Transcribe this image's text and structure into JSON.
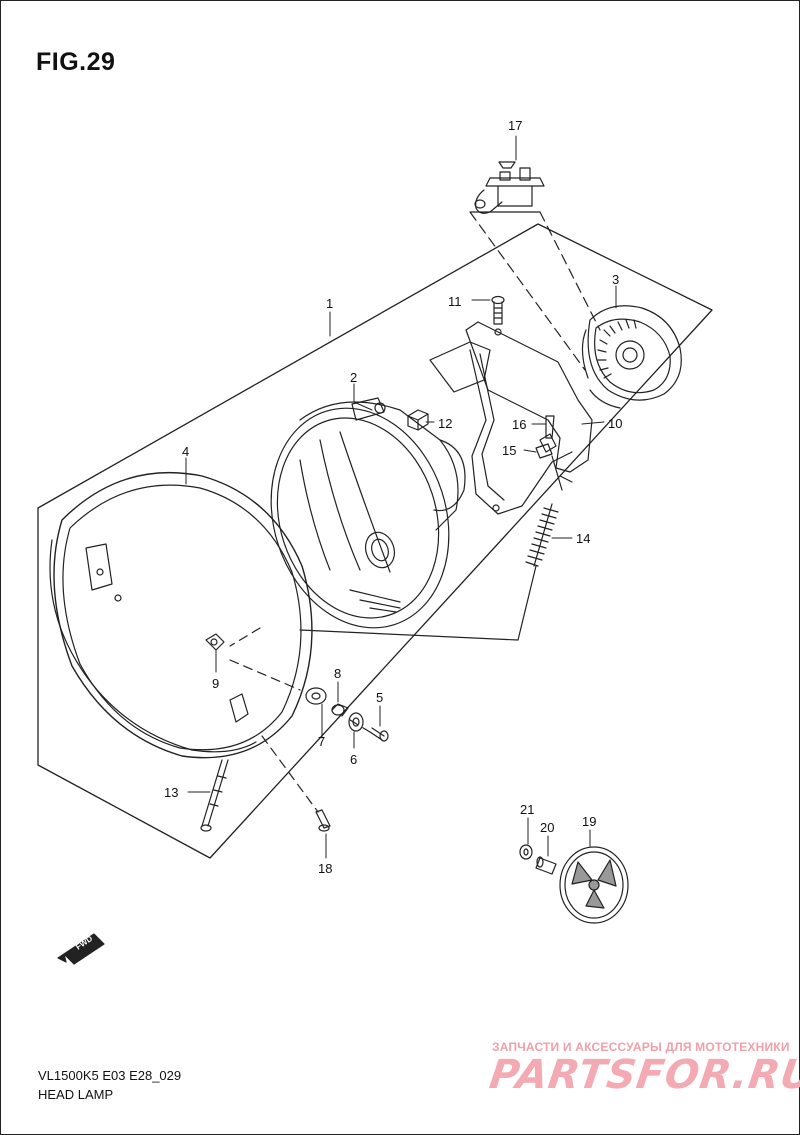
{
  "figure": {
    "title": "FIG.29"
  },
  "footer": {
    "model_line": "VL1500K5 E03 E28_029",
    "title_line": "HEAD LAMP"
  },
  "watermark": {
    "tagline": "ЗАПЧАСТИ И АКСЕССУАРЫ ДЛЯ МОТОТЕХНИКИ",
    "logo": "PARTSFOR.RU",
    "color": "#f3aab2"
  },
  "badge": {
    "text": "FWD"
  },
  "callouts": [
    "1",
    "2",
    "3",
    "4",
    "5",
    "6",
    "7",
    "8",
    "9",
    "10",
    "11",
    "12",
    "13",
    "14",
    "15",
    "16",
    "17",
    "18",
    "19",
    "20",
    "21"
  ],
  "colors": {
    "line": "#222222",
    "background": "#ffffff"
  }
}
